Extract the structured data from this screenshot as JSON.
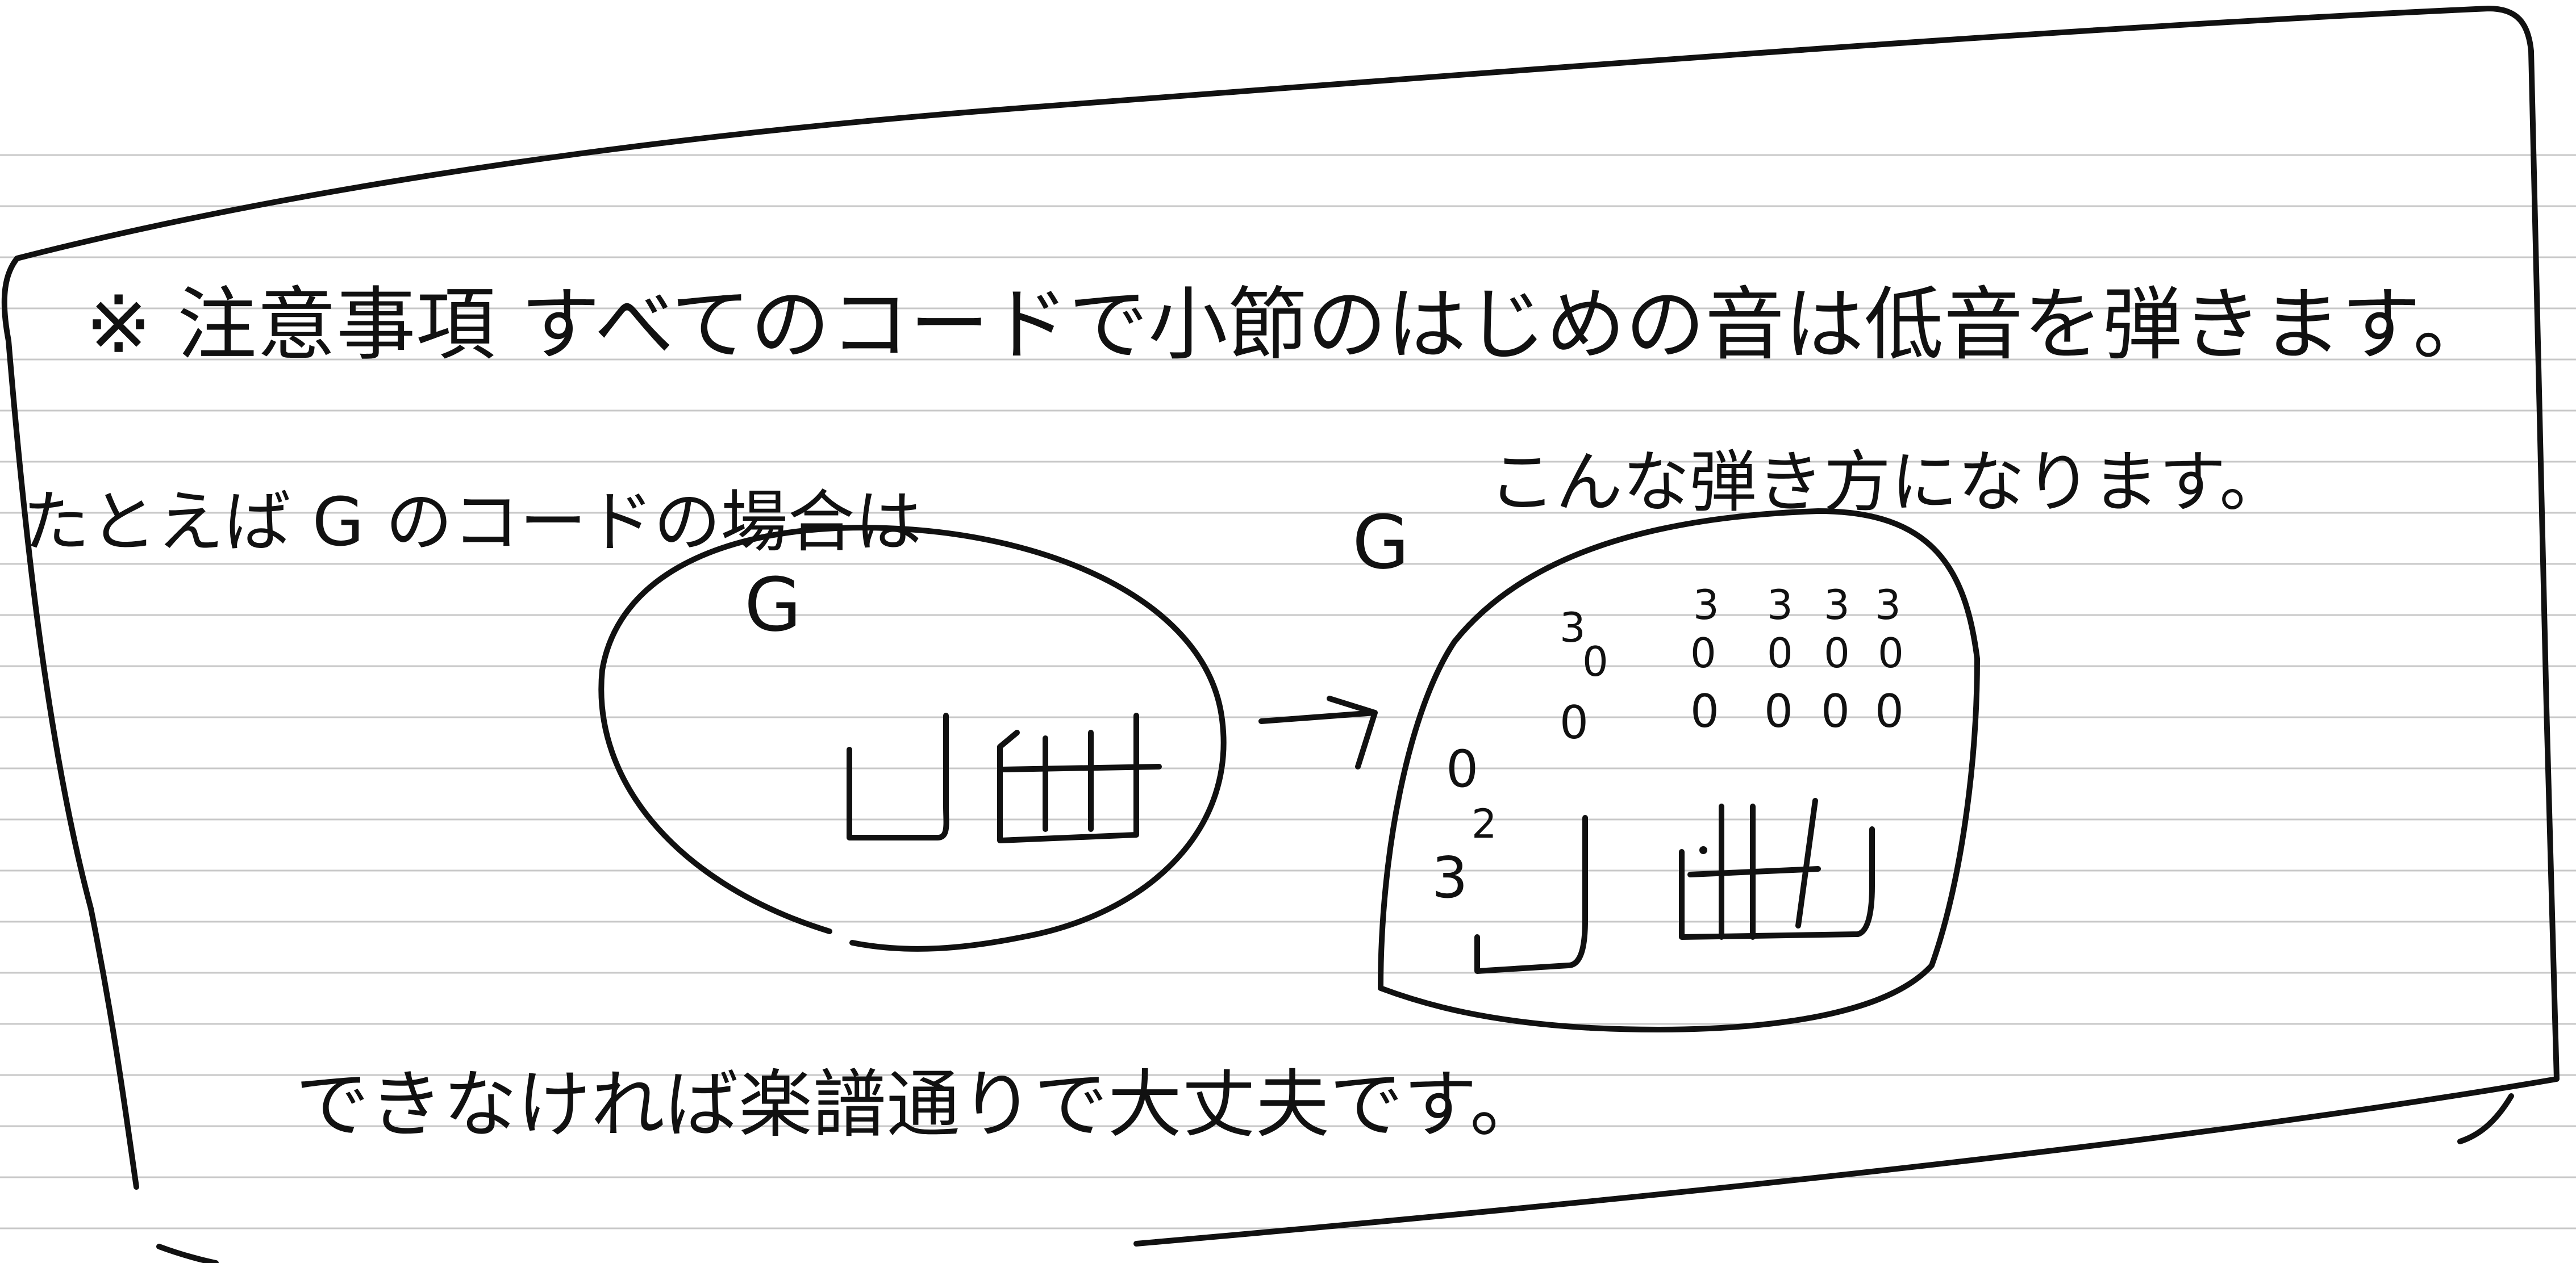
{
  "note": {
    "title_line": "※ 注意事項 すべてのコードで小節のはじめの音は低音を弾きます。",
    "example_intro": "たとえば G のコードの場合は",
    "example_result": "こんな弾き方になります。",
    "fallback": "できなければ楽譜通りで大丈夫です。"
  },
  "left_diagram": {
    "chord_name": "G"
  },
  "right_diagram": {
    "chord_name_outside": "G",
    "bass_notes": [
      "0",
      "3",
      "2"
    ],
    "chord_columns": [
      [
        "3",
        "0",
        "0"
      ],
      [
        "3",
        "0",
        "0"
      ],
      [
        "3",
        "0",
        "0"
      ],
      [
        "3",
        "0",
        "0"
      ],
      [
        "3",
        "0",
        "0"
      ]
    ]
  },
  "colors": {
    "ink": "#111111",
    "rule": "#c8c8c8",
    "paper": "#ffffff"
  }
}
